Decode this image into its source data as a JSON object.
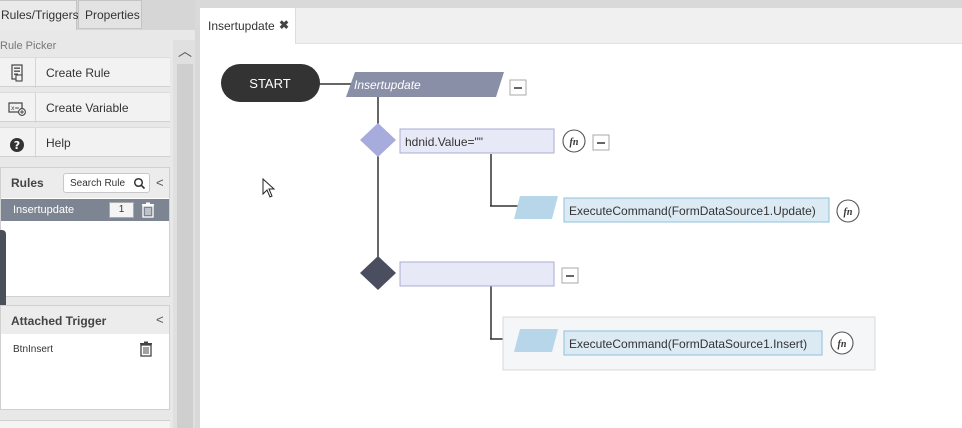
{
  "left_panel": {
    "tabs": [
      {
        "label": "Rules/Triggers",
        "active": true
      },
      {
        "label": "Properties",
        "active": false
      }
    ],
    "rule_picker": {
      "title": "Rule Picker",
      "buttons": [
        {
          "label": "Create Rule",
          "icon": "document-icon"
        },
        {
          "label": "Create Variable",
          "icon": "variable-icon"
        },
        {
          "label": "Help",
          "icon": "help-icon"
        }
      ]
    },
    "rules": {
      "title": "Rules",
      "search_placeholder": "Search Rule",
      "items": [
        {
          "label": "Insertupdate",
          "count": "1"
        }
      ]
    },
    "attached_trigger": {
      "title": "Attached Trigger",
      "items": [
        {
          "label": "BtnInsert"
        }
      ]
    }
  },
  "editor": {
    "tab": {
      "label": "Insertupdate",
      "close": "✖"
    },
    "flow": {
      "start_label": "START",
      "rule_name": "Insertupdate",
      "collapse_symbol": "−",
      "fn_symbol": "fn",
      "condition_1": "hdnid.Value=\"\"",
      "action_1": "ExecuteCommand(FormDataSource1.Update)",
      "condition_2": "",
      "action_2": "ExecuteCommand(FormDataSource1.Insert)"
    }
  },
  "colors": {
    "start_fill": "#333333",
    "rule_header_fill": "#8a8fa8",
    "condition_fill": "#e8e9f7",
    "condition_border": "#a9acd6",
    "diamond_light": "#a8acdc",
    "diamond_dark": "#4a4e5e",
    "action_fill": "#dceaf4",
    "action_border": "#8fc0dd",
    "parallelogram": "#b8d6ea",
    "selected_row": "#7d8592"
  }
}
